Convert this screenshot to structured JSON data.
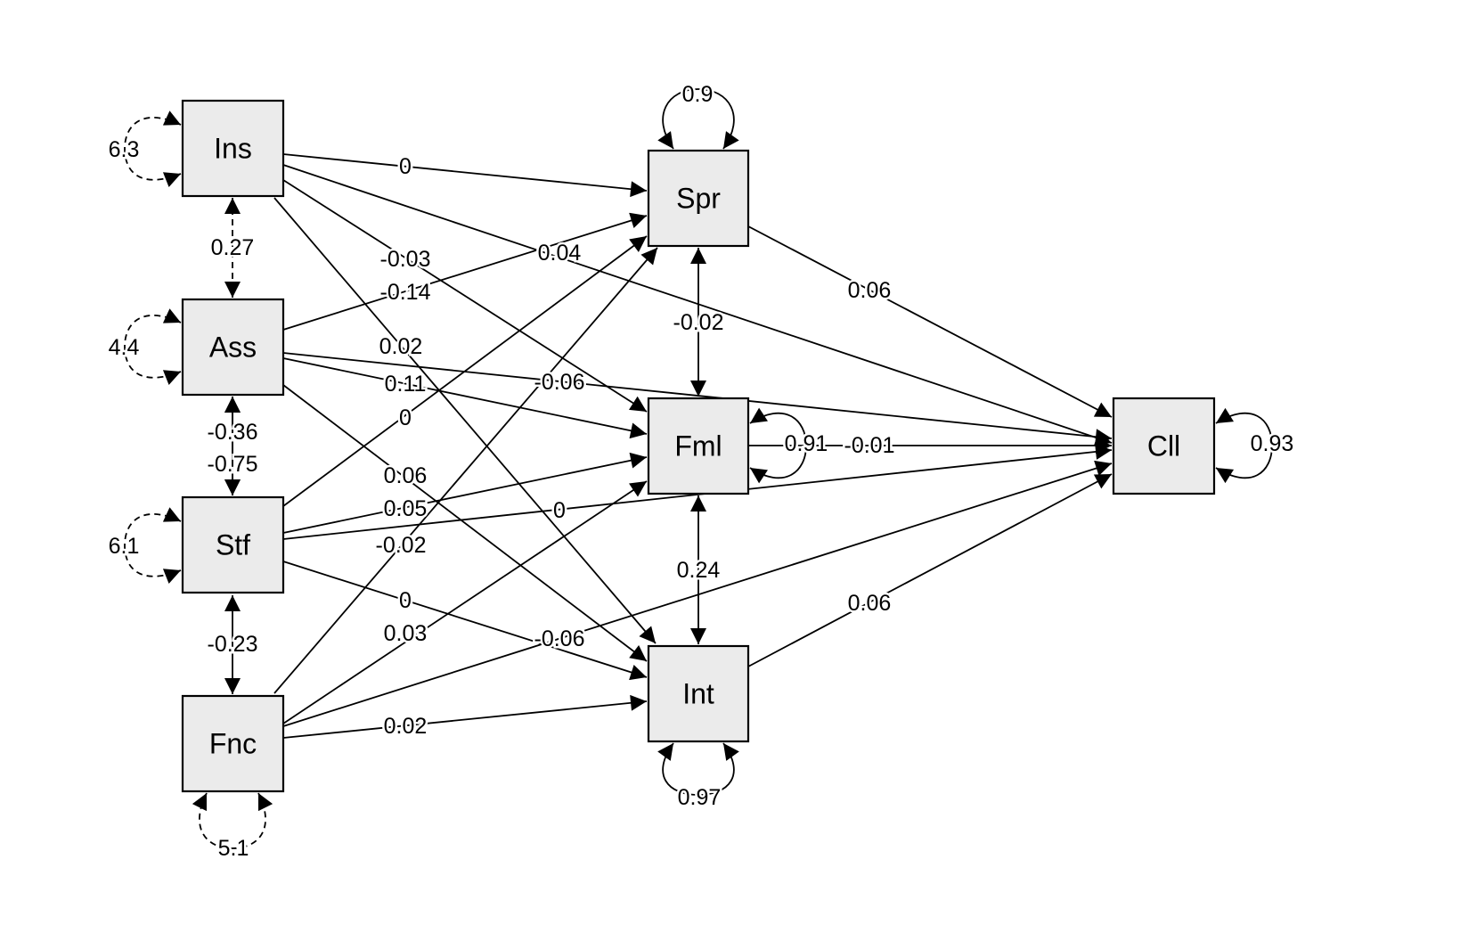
{
  "diagram": {
    "type": "path-diagram",
    "nodes": [
      {
        "id": "Ins",
        "label": "Ins",
        "variance": "6.3"
      },
      {
        "id": "Ass",
        "label": "Ass",
        "variance": "4.4"
      },
      {
        "id": "Stf",
        "label": "Stf",
        "variance": "6.1"
      },
      {
        "id": "Fnc",
        "label": "Fnc",
        "variance": "5.1"
      },
      {
        "id": "Spr",
        "label": "Spr",
        "variance": "0.9"
      },
      {
        "id": "Fml",
        "label": "Fml",
        "variance": "0.91"
      },
      {
        "id": "Int",
        "label": "Int",
        "variance": "0.97"
      },
      {
        "id": "Cll",
        "label": "Cll",
        "variance": "0.93"
      }
    ],
    "paths": [
      {
        "from": "Ins",
        "to": "Spr",
        "label": "0"
      },
      {
        "from": "Ins",
        "to": "Cll",
        "label": "0.04"
      },
      {
        "from": "Ins",
        "to": "Fml",
        "label": "-0.03"
      },
      {
        "from": "Ins",
        "to": "Int",
        "label": "0.02"
      },
      {
        "from": "Ass",
        "to": "Spr",
        "label": "-0.14"
      },
      {
        "from": "Ass",
        "to": "Fml",
        "label": "0.11"
      },
      {
        "from": "Ass",
        "to": "Cll",
        "label": "-0.06"
      },
      {
        "from": "Ass",
        "to": "Int",
        "label": "0.06"
      },
      {
        "from": "Stf",
        "to": "Spr",
        "label": "0"
      },
      {
        "from": "Stf",
        "to": "Fml",
        "label": "0.05"
      },
      {
        "from": "Stf",
        "to": "Cll",
        "label": "0"
      },
      {
        "from": "Stf",
        "to": "Int",
        "label": "0"
      },
      {
        "from": "Fnc",
        "to": "Spr",
        "label": "-0.02"
      },
      {
        "from": "Fnc",
        "to": "Fml",
        "label": "0.03"
      },
      {
        "from": "Fnc",
        "to": "Cll",
        "label": "-0.06"
      },
      {
        "from": "Fnc",
        "to": "Int",
        "label": "0.02"
      },
      {
        "from": "Spr",
        "to": "Cll",
        "label": "0.06"
      },
      {
        "from": "Fml",
        "to": "Cll",
        "label": "-0.01"
      },
      {
        "from": "Int",
        "to": "Cll",
        "label": "0.06"
      }
    ],
    "covariances": [
      {
        "a": "Ins",
        "b": "Ass",
        "label": "0.27",
        "style": "dashed"
      },
      {
        "a": "Ass",
        "b": "Stf",
        "label": "-0.36",
        "style": "solid"
      },
      {
        "a": "Ass",
        "b": "Stf",
        "label": "-0.75",
        "style": "solid"
      },
      {
        "a": "Stf",
        "b": "Fnc",
        "label": "-0.23",
        "style": "solid"
      },
      {
        "a": "Spr",
        "b": "Fml",
        "label": "-0.02",
        "style": "solid"
      },
      {
        "a": "Fml",
        "b": "Int",
        "label": "0.24",
        "style": "solid"
      }
    ]
  }
}
